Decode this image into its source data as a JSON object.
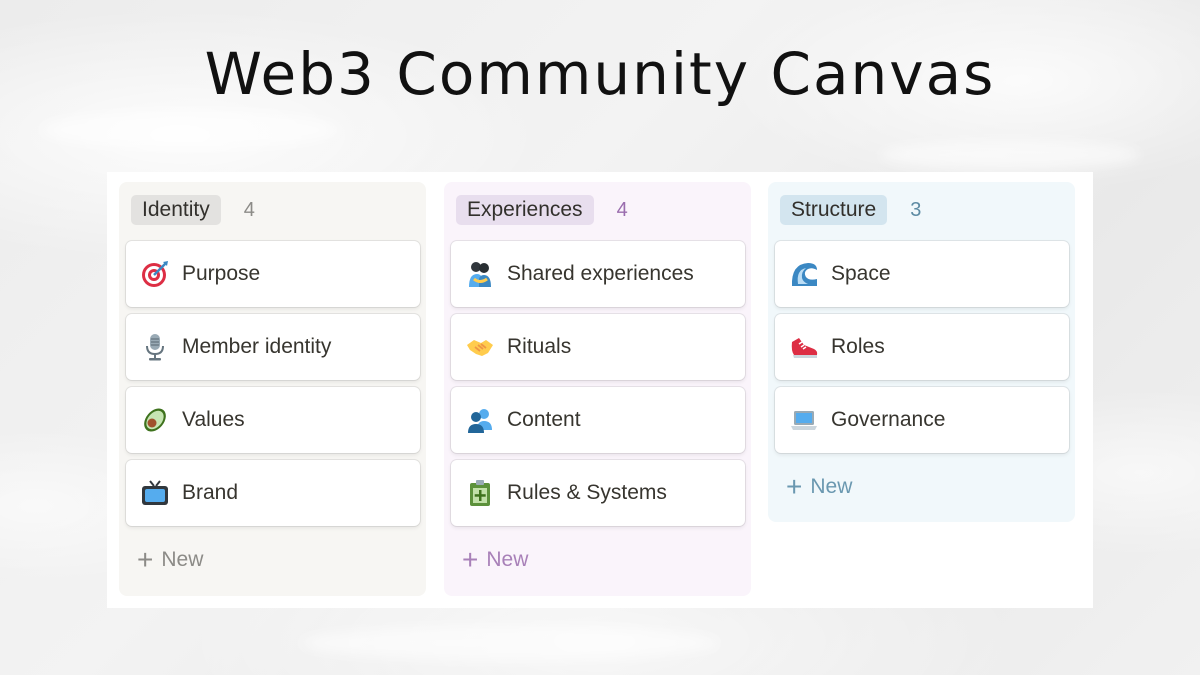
{
  "title": "Web3 Community Canvas",
  "columns": [
    {
      "tag": "Identity",
      "count": "4",
      "cards": [
        {
          "label": "Purpose",
          "icon": "target-icon"
        },
        {
          "label": "Member identity",
          "icon": "microphone-icon"
        },
        {
          "label": "Values",
          "icon": "avocado-icon"
        },
        {
          "label": "Brand",
          "icon": "television-icon"
        }
      ],
      "new_label": "New"
    },
    {
      "tag": "Experiences",
      "count": "4",
      "cards": [
        {
          "label": "Shared experiences",
          "icon": "people-hugging-icon"
        },
        {
          "label": "Rituals",
          "icon": "handshake-icon"
        },
        {
          "label": "Content",
          "icon": "busts-in-silhouette-icon"
        },
        {
          "label": "Rules & Systems",
          "icon": "clipboard-plus-icon"
        }
      ],
      "new_label": "New"
    },
    {
      "tag": "Structure",
      "count": "3",
      "cards": [
        {
          "label": "Space",
          "icon": "wave-icon"
        },
        {
          "label": "Roles",
          "icon": "sneaker-icon"
        },
        {
          "label": "Governance",
          "icon": "laptop-icon"
        }
      ],
      "new_label": "New"
    }
  ],
  "colors": {
    "identity_bg": "#f7f6f3",
    "experiences_bg": "#faf4fb",
    "structure_bg": "#f1f8fb"
  }
}
